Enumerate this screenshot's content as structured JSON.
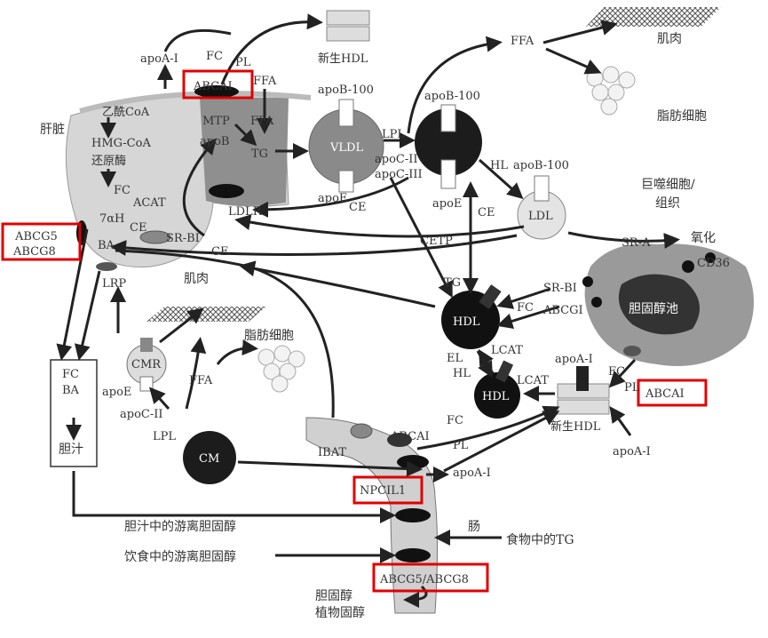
{
  "colors": {
    "highlight": "#e00000",
    "dark": "#1c1c1c",
    "liver_light": "#d6d6d6",
    "liver_dark": "#8f8f8f"
  },
  "liver": {
    "name": "肝脏",
    "acetyl_coa": "乙酰CoA",
    "hmg_coa": "HMG-CoA",
    "reductase": "还原酶",
    "fc": "FC",
    "acat": "ACAT",
    "seven_alpha_h": "7αH",
    "ce": "CE",
    "ba": "BA",
    "mtp": "MTP",
    "ffa": "FFA",
    "apob": "apoB",
    "tg": "TG",
    "ldlr": "LDLR",
    "sr_bi": "SR-BI",
    "lrp": "LRP"
  },
  "top": {
    "apoa1": "apoA-I",
    "fc": "FC",
    "pl": "PL",
    "abcai": "ABCAI",
    "ffa": "FFA",
    "nascent_hdl": "新生HDL"
  },
  "abcg_left": {
    "line1": "ABCG5",
    "line2": "ABCG8"
  },
  "vldl": {
    "name": "VLDL",
    "apob100": "apoB-100",
    "apoe": "apoE",
    "ce": "CE",
    "lpl": "LPL",
    "apoc2": "apoC-II",
    "apoc3": "apoC-III"
  },
  "idl": {
    "apob100": "apoB-100",
    "apoe": "apoE",
    "ce": "CE"
  },
  "ldl": {
    "name": "LDL",
    "hl": "HL",
    "apob100": "apoB-100",
    "ce": "CE",
    "cetp": "CETP"
  },
  "top_right": {
    "ffa": "FFA",
    "muscle": "肌肉",
    "adipocyte": "脂肪细胞"
  },
  "macrophage": {
    "title1": "巨噬细胞/",
    "title2": "组织",
    "sr_a": "SR-A",
    "oxidized": "氧化",
    "cd36": "CD36",
    "pool": "胆固醇池",
    "sr_bi": "SR-BI",
    "abcg1": "ABCGI",
    "fc": "FC",
    "pl": "PL",
    "abcai": "ABCAI",
    "apoa1": "apoA-I"
  },
  "hdl": {
    "name": "HDL",
    "tg": "TG",
    "el": "EL",
    "hl": "HL",
    "lcat": "LCAT",
    "lcat2": "LCAT",
    "small_name": "HDL",
    "nascent": "新生HDL",
    "apoa1": "apoA-I"
  },
  "chylo": {
    "muscle": "肌肉",
    "adipocyte": "脂肪细胞",
    "ffa": "FFA",
    "cmr": "CMR",
    "apoe": "apoE",
    "apoc2": "apoC-II",
    "lpl": "LPL",
    "cm": "CM"
  },
  "bile": {
    "fc": "FC",
    "ba": "BA",
    "bile": "胆汁"
  },
  "intestine": {
    "ibat": "IBAT",
    "abcai": "ABCAI",
    "fc": "FC",
    "pl": "PL",
    "apoa1": "apoA-I",
    "npc1l1": "NPCIL1",
    "bile_cholesterol": "胆汁中的游离胆固醇",
    "diet_cholesterol": "饮食中的游离胆固醇",
    "gut": "肠",
    "food_tg": "食物中的TG",
    "abcg": "ABCG5/ABCG8",
    "out1": "胆固醇",
    "out2": "植物固醇"
  }
}
